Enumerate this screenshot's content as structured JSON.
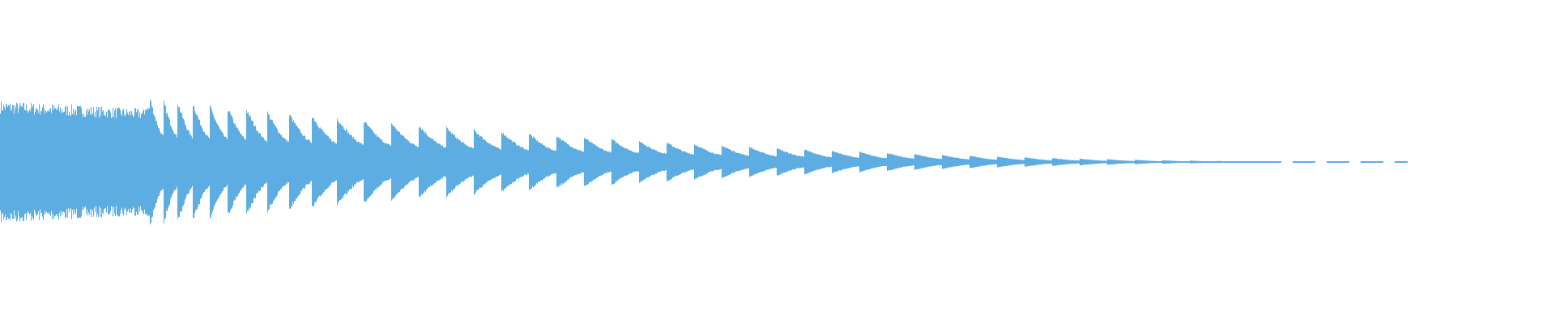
{
  "waveform": {
    "color": "#5dade2",
    "background": "#ffffff",
    "style": "audio amplitude envelope, decaying percussive hits",
    "envelope": {
      "peak_amplitude": 0.88,
      "dense_section_end_fraction": 0.093,
      "decay_to_silence_fraction": 0.905
    }
  }
}
